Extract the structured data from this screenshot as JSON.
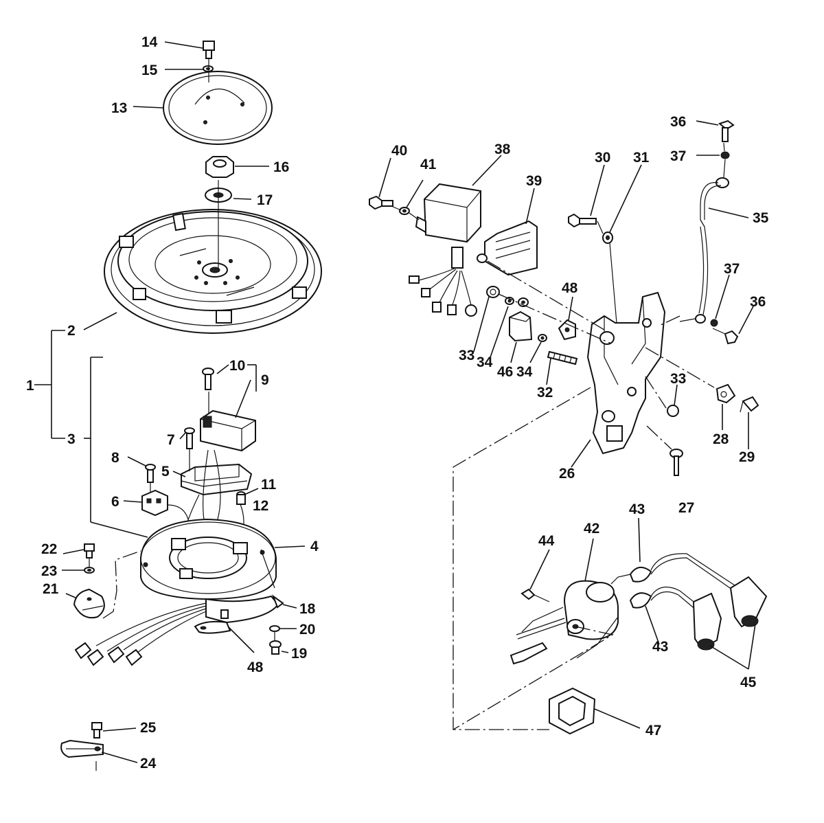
{
  "callouts": [
    {
      "id": "c1",
      "text": "1"
    },
    {
      "id": "c2",
      "text": "2"
    },
    {
      "id": "c3",
      "text": "3"
    },
    {
      "id": "c4",
      "text": "4"
    },
    {
      "id": "c5",
      "text": "5"
    },
    {
      "id": "c6",
      "text": "6"
    },
    {
      "id": "c7",
      "text": "7"
    },
    {
      "id": "c8",
      "text": "8"
    },
    {
      "id": "c9",
      "text": "9"
    },
    {
      "id": "c10",
      "text": "10"
    },
    {
      "id": "c11",
      "text": "11"
    },
    {
      "id": "c12",
      "text": "12"
    },
    {
      "id": "c13",
      "text": "13"
    },
    {
      "id": "c14",
      "text": "14"
    },
    {
      "id": "c15",
      "text": "15"
    },
    {
      "id": "c16",
      "text": "16"
    },
    {
      "id": "c17",
      "text": "17"
    },
    {
      "id": "c18",
      "text": "18"
    },
    {
      "id": "c19",
      "text": "19"
    },
    {
      "id": "c20",
      "text": "20"
    },
    {
      "id": "c21",
      "text": "21"
    },
    {
      "id": "c22",
      "text": "22"
    },
    {
      "id": "c23",
      "text": "23"
    },
    {
      "id": "c24",
      "text": "24"
    },
    {
      "id": "c25",
      "text": "25"
    },
    {
      "id": "c26",
      "text": "26"
    },
    {
      "id": "c27",
      "text": "27"
    },
    {
      "id": "c28",
      "text": "28"
    },
    {
      "id": "c29",
      "text": "29"
    },
    {
      "id": "c30",
      "text": "30"
    },
    {
      "id": "c31",
      "text": "31"
    },
    {
      "id": "c32",
      "text": "32"
    },
    {
      "id": "c33a",
      "text": "33"
    },
    {
      "id": "c33b",
      "text": "33"
    },
    {
      "id": "c34a",
      "text": "34"
    },
    {
      "id": "c34b",
      "text": "34"
    },
    {
      "id": "c35",
      "text": "35"
    },
    {
      "id": "c36a",
      "text": "36"
    },
    {
      "id": "c36b",
      "text": "36"
    },
    {
      "id": "c37a",
      "text": "37"
    },
    {
      "id": "c37b",
      "text": "37"
    },
    {
      "id": "c38",
      "text": "38"
    },
    {
      "id": "c39",
      "text": "39"
    },
    {
      "id": "c40",
      "text": "40"
    },
    {
      "id": "c41",
      "text": "41"
    },
    {
      "id": "c42",
      "text": "42"
    },
    {
      "id": "c43a",
      "text": "43"
    },
    {
      "id": "c43b",
      "text": "43"
    },
    {
      "id": "c44",
      "text": "44"
    },
    {
      "id": "c45",
      "text": "45"
    },
    {
      "id": "c46",
      "text": "46"
    },
    {
      "id": "c47",
      "text": "47"
    },
    {
      "id": "c48a",
      "text": "48"
    },
    {
      "id": "c48b",
      "text": "48"
    }
  ]
}
